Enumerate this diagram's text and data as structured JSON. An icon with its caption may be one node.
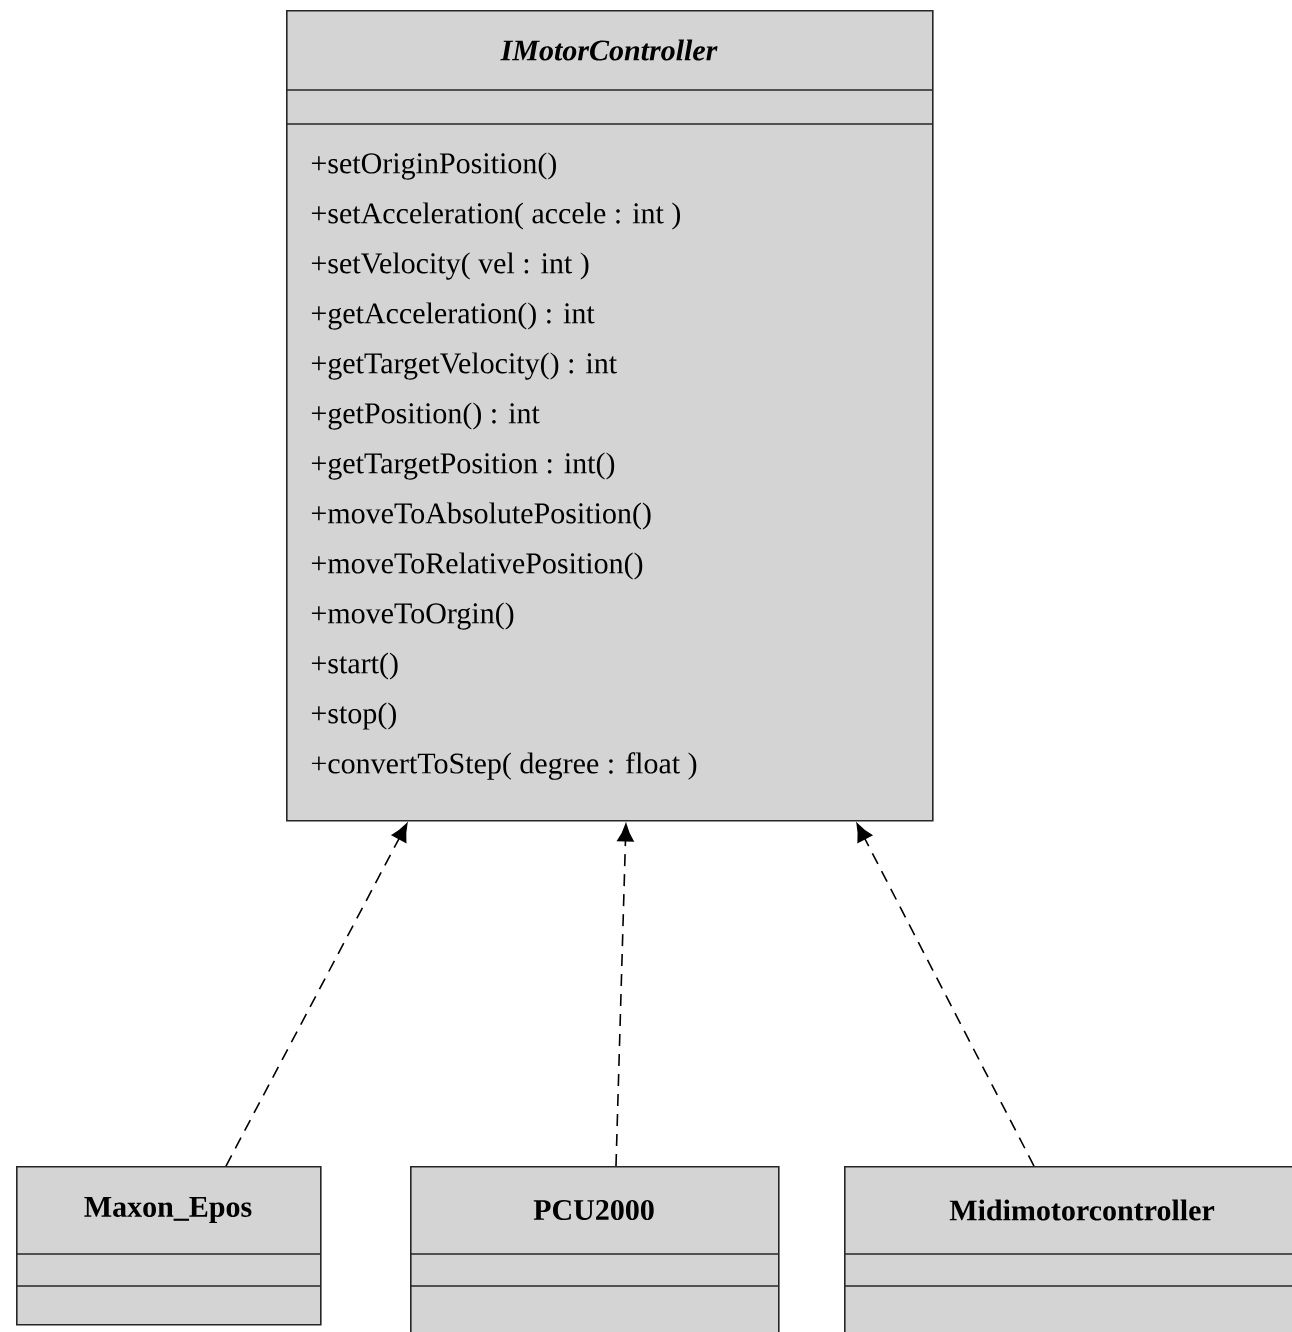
{
  "diagram": {
    "nodes": [
      {
        "text": [
          "IMotorController",
          "+setOriginPosition()",
          "+setAcceleration( accele : int )",
          "+setVelocity( vel : int )",
          "+getAcceleration() : int",
          "+getTargetVelocity() : int",
          "+getPosition() : int",
          "+getTargetPosition : int()",
          "+moveToAbsolutePosition()",
          "+moveToRelativePosition()",
          "+moveToOrgin()",
          "+start()",
          "+stop()",
          "+convertToStep( degree : float )"
        ]
      },
      {
        "text": [
          "Maxon_Epos"
        ]
      },
      {
        "text": [
          "PCU2000"
        ]
      },
      {
        "text": [
          "Midimotorcontroller"
        ]
      }
    ],
    "edges": [
      {
        "from": 1,
        "to": 0,
        "arrow": "to",
        "style": "dashed"
      },
      {
        "from": 2,
        "to": 0,
        "arrow": "to",
        "style": "dashed"
      },
      {
        "from": 3,
        "to": 0,
        "arrow": "to",
        "style": "dashed"
      }
    ]
  }
}
